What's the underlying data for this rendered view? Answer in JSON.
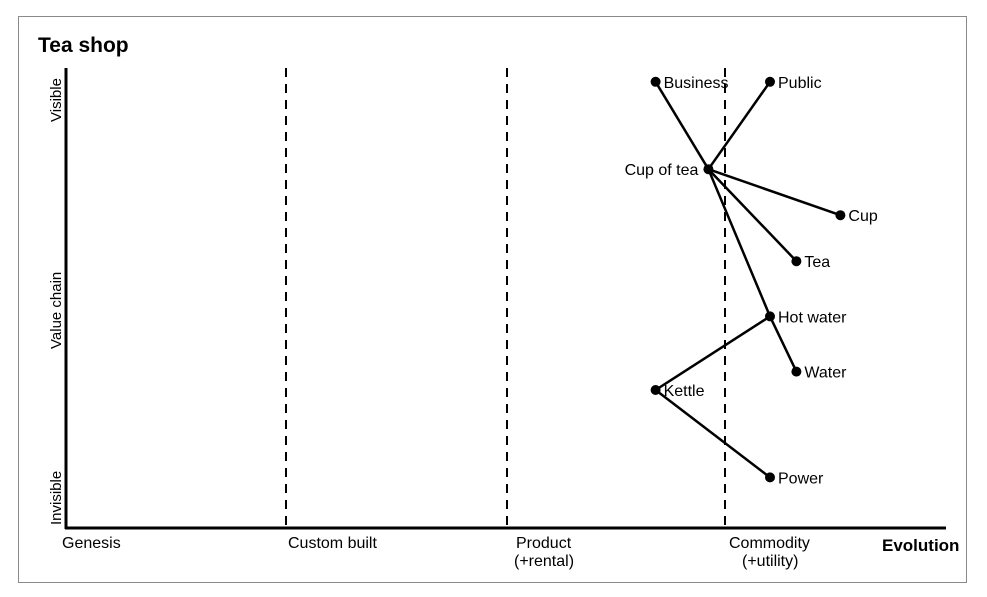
{
  "map": {
    "title": "Tea shop",
    "x_axis": {
      "label": "Evolution",
      "stages": [
        {
          "line1": "Genesis",
          "line2": ""
        },
        {
          "line1": "Custom built",
          "line2": ""
        },
        {
          "line1": "Product",
          "line2": "(+rental)"
        },
        {
          "line1": "Commodity",
          "line2": "(+utility)"
        }
      ]
    },
    "y_axis": {
      "label": "Value chain",
      "top": "Visible",
      "bottom": "Invisible"
    },
    "components": [
      {
        "id": "business",
        "label": "Business",
        "evolution": 0.67,
        "visibility": 0.97
      },
      {
        "id": "public",
        "label": "Public",
        "evolution": 0.8,
        "visibility": 0.97
      },
      {
        "id": "cup-of-tea",
        "label": "Cup of tea",
        "evolution": 0.73,
        "visibility": 0.78
      },
      {
        "id": "cup",
        "label": "Cup",
        "evolution": 0.88,
        "visibility": 0.68
      },
      {
        "id": "tea",
        "label": "Tea",
        "evolution": 0.83,
        "visibility": 0.58
      },
      {
        "id": "hot-water",
        "label": "Hot water",
        "evolution": 0.8,
        "visibility": 0.46
      },
      {
        "id": "water",
        "label": "Water",
        "evolution": 0.83,
        "visibility": 0.34
      },
      {
        "id": "kettle",
        "label": "Kettle",
        "evolution": 0.67,
        "visibility": 0.3
      },
      {
        "id": "power",
        "label": "Power",
        "evolution": 0.8,
        "visibility": 0.11
      }
    ],
    "links": [
      [
        "business",
        "cup-of-tea"
      ],
      [
        "public",
        "cup-of-tea"
      ],
      [
        "cup-of-tea",
        "cup"
      ],
      [
        "cup-of-tea",
        "tea"
      ],
      [
        "cup-of-tea",
        "hot-water"
      ],
      [
        "hot-water",
        "water"
      ],
      [
        "hot-water",
        "kettle"
      ],
      [
        "kettle",
        "power"
      ]
    ],
    "colors": {
      "ink": "#000000",
      "frame": "#8a8a8a"
    }
  }
}
